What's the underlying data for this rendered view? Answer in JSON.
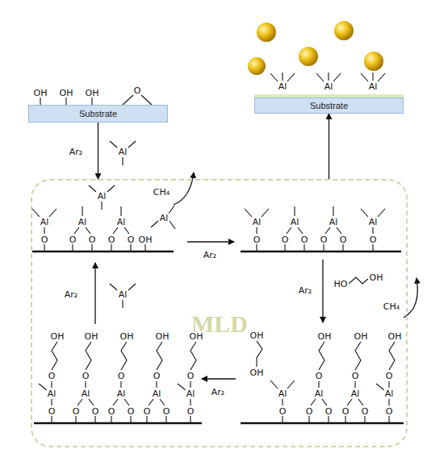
{
  "diagram": {
    "nodes": [
      {
        "text": [
          "Substrate"
        ]
      },
      {
        "text": [
          "Substrate"
        ]
      },
      {
        "text": [
          "MLD"
        ]
      }
    ],
    "edges": [
      {
        "from": 0,
        "to": 2,
        "arrow": "to"
      },
      {
        "from": 2,
        "to": 1,
        "arrow": "to"
      }
    ],
    "labels": [
      "OH",
      "OH",
      "OH",
      "O",
      "Ar₂",
      "Al",
      "Al",
      "O",
      "Al",
      "O",
      "O",
      "Al",
      "O",
      "O",
      "OH",
      "Al",
      "Al",
      "CH₄",
      "Ar₂",
      "Al",
      "O",
      "Al",
      "O",
      "O",
      "Al",
      "O",
      "O",
      "Al",
      "O",
      "Ar₂",
      "HO",
      "OH",
      "CH₄",
      "OH",
      "OH",
      "Al",
      "O",
      "OH",
      "O",
      "Al",
      "O",
      "O",
      "OH",
      "O",
      "Al",
      "O",
      "O",
      "OH",
      "O",
      "Al",
      "O",
      "Ar₂",
      "OH",
      "O",
      "Al",
      "O",
      "OH",
      "O",
      "Al",
      "O",
      "O",
      "OH",
      "O",
      "Al",
      "O",
      "O",
      "OH",
      "O",
      "Al",
      "O",
      "O",
      "OH",
      "O",
      "Al",
      "O",
      "Ar₂",
      "Al",
      "Al",
      "Al",
      "Al"
    ]
  }
}
